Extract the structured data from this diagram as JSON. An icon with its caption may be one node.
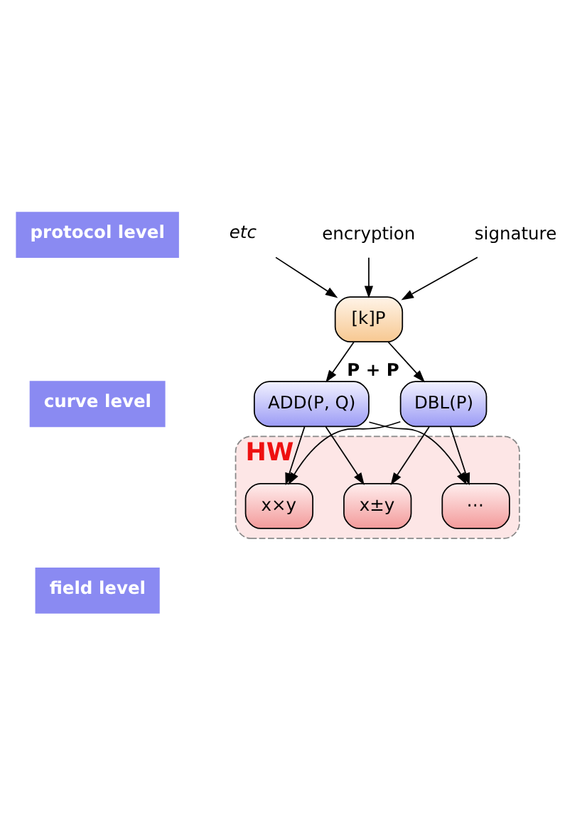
{
  "diagram": {
    "nodes": [
      {
        "text": [
          "protocol level"
        ]
      },
      {
        "text": [
          "encryption"
        ]
      },
      {
        "text": [
          "signature"
        ]
      },
      {
        "text": [
          "etc"
        ]
      },
      {
        "text": [
          "curve level"
        ]
      },
      {
        "text": [
          "[k]P"
        ]
      },
      {
        "text": [
          "ADD(P, Q)"
        ]
      },
      {
        "text": [
          "DBL(P)"
        ],
        "beside": [
          "P + P"
        ]
      },
      {
        "text": [
          "field level"
        ]
      },
      {
        "text": [
          "HW"
        ]
      },
      {
        "text": [
          "x±y"
        ],
        "in": 9
      },
      {
        "text": [
          "x×y"
        ],
        "in": 9
      },
      {
        "text": [
          "⋯"
        ],
        "in": 9
      }
    ],
    "edges": [
      {
        "from": 1,
        "to": 5,
        "arrow": "to"
      },
      {
        "from": 2,
        "to": 5,
        "arrow": "to"
      },
      {
        "from": 3,
        "to": 5,
        "arrow": "to"
      },
      {
        "from": 5,
        "to": 6,
        "arrow": "to"
      },
      {
        "from": 5,
        "to": 7,
        "arrow": "to"
      },
      {
        "from": 6,
        "to": 10,
        "arrow": "to"
      },
      {
        "from": 6,
        "to": 11,
        "arrow": "to"
      },
      {
        "from": 6,
        "to": 12,
        "arrow": "to"
      },
      {
        "from": 7,
        "to": 10,
        "arrow": "to"
      },
      {
        "from": 7,
        "to": 11,
        "arrow": "to"
      },
      {
        "from": 7,
        "to": 12,
        "arrow": "to"
      }
    ]
  }
}
